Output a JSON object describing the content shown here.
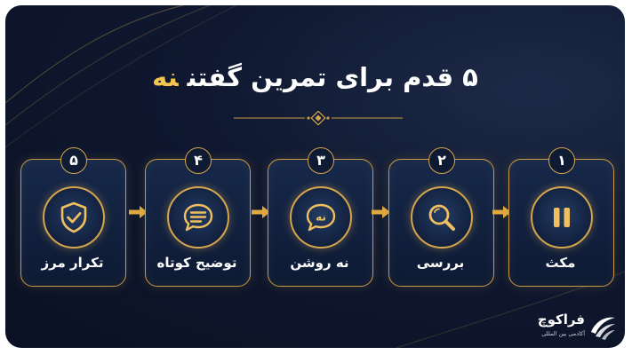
{
  "title": {
    "main": "۵ قدم برای تمرین گفتن",
    "highlight": "نه"
  },
  "steps": [
    {
      "number": "۵",
      "label": "تکرار مرز",
      "icon": "shield-check-icon"
    },
    {
      "number": "۴",
      "label": "توضیح کوتاه",
      "icon": "speech-bubble-lines-icon"
    },
    {
      "number": "۳",
      "label": "نه روشن",
      "icon": "speech-bubble-no-icon",
      "icon_text": "نه"
    },
    {
      "number": "۲",
      "label": "بررسی",
      "icon": "magnifier-icon"
    },
    {
      "number": "۱",
      "label": "مکث",
      "icon": "pause-icon"
    }
  ],
  "brand": {
    "name": "فراکوچ",
    "tagline": "آکادمی بین المللی"
  },
  "colors": {
    "background": "#0f1830",
    "accent_gold": "#d6a64e",
    "highlight": "#f3c650",
    "text": "#ffffff"
  }
}
